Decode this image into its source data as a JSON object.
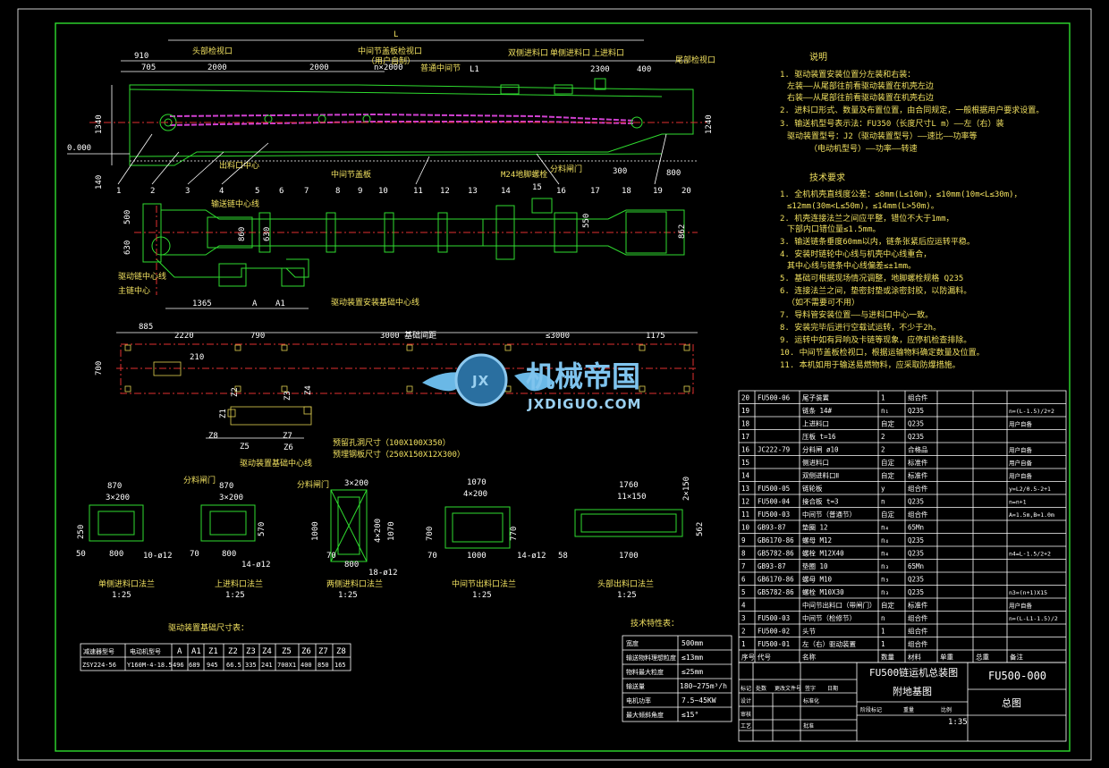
{
  "drawing": {
    "overall_length_label": "L",
    "top_dims": [
      "910",
      "705",
      "2000",
      "2000",
      "n×2000",
      "L1",
      "2300",
      "400"
    ],
    "top_callouts": [
      "头部检视口",
      "中间节盖板检视口",
      "（用户自制）",
      "普通中间节",
      "双侧进料口",
      "单侧进料口",
      "上进料口",
      "尾部检视口"
    ],
    "side_dims": [
      "1340",
      "140",
      "0.000",
      "1240",
      "300",
      "800"
    ],
    "part_numbers": [
      "1",
      "2",
      "3",
      "4",
      "5",
      "6",
      "7",
      "8",
      "9",
      "10",
      "11",
      "12",
      "13",
      "14",
      "15",
      "16",
      "17",
      "18",
      "19",
      "20"
    ],
    "side_callouts": [
      "出料口中心",
      "中间节盖板",
      "分料闸门",
      "M24地脚螺栓"
    ],
    "plan_dims": [
      "500",
      "630",
      "860",
      "630",
      "550",
      "862",
      "1365",
      "A",
      "A1"
    ],
    "plan_callouts": [
      "输送链中心线",
      "驱动链中心线",
      "主链中心",
      "驱动装置安装基础中心线"
    ],
    "found_dims": [
      "885",
      "2220",
      "790",
      "3000 基础间距",
      "≤3000",
      "1175",
      "700",
      "210",
      "Z1",
      "Z2",
      "Z3",
      "Z4",
      "Z5",
      "Z6",
      "Z7",
      "Z8"
    ],
    "found_callouts": [
      "预留孔洞尺寸（100X100X350）",
      "预埋钢板尺寸（250X150X12X300）",
      "驱动装置基础中心线"
    ],
    "flanges": [
      {
        "title": "单侧进料口法兰",
        "scale": "1:25",
        "dims": [
          "870",
          "3×200",
          "250",
          "50",
          "800",
          "10-ø12"
        ]
      },
      {
        "title": "上进料口法兰",
        "scale": "1:25",
        "dims": [
          "870",
          "3×200",
          "570",
          "70",
          "800",
          "14-ø12",
          "分料闸门"
        ]
      },
      {
        "title": "两侧进料口法兰",
        "scale": "1:25",
        "dims": [
          "3×200",
          "1000",
          "1070",
          "4×200",
          "70",
          "800",
          "18-ø12",
          "分料闸门"
        ]
      },
      {
        "title": "中间节出料口法兰",
        "scale": "1:25",
        "dims": [
          "1070",
          "4×200",
          "700",
          "770",
          "70",
          "1000",
          "14-ø12"
        ]
      },
      {
        "title": "头部出料口法兰",
        "scale": "1:25",
        "dims": [
          "1760",
          "11×150",
          "2×150",
          "562",
          "58",
          "1700"
        ]
      }
    ]
  },
  "notes": {
    "title": "说明",
    "items": [
      "1. 驱动装置安装位置分左装和右装：",
      "左装——从尾部往前看驱动装置在机壳左边",
      "右装——从尾部往前看驱动装置在机壳右边",
      "2. 进料口形式、数量及布置位置，由合同规定，一般根据用户要求设置。",
      "3. 输送机型号表示法：FU350（长度尺寸L m）——左（右）装",
      "驱动装置型号：J2（驱动装置型号）——速比——功率等",
      "（电动机型号）——功率——转速"
    ]
  },
  "tech": {
    "title": "技术要求",
    "items": [
      "1. 全机机壳直线度公差：≤8mm(L≤10m)，≤10mm(10m<L≤30m)，",
      "≤12mm(30m<L≤50m)，≤14mm(L>50m)。",
      "2. 机壳连接法兰之间应平整，错位不大于1mm，",
      "下部内口错位量≤1.5mm。",
      "3. 输送链条垂度60mm以内，链条张紧后应运转平稳。",
      "4. 安装时链轮中心线与机壳中心线重合，",
      "其中心线与链条中心线偏差≤±1mm。",
      "5. 基础可根据现场情况调整，地脚螺栓规格 Q235",
      "6. 连接法兰之间，垫密封垫或涂密封胶，以防漏料。",
      "（如不需要可不用）",
      "7. 导料管安装位置——与进料口中心一致。",
      "8. 安装完毕后进行空载试运转，不少于2h。",
      "9. 运转中如有异响及卡链等现象，应停机检查排除。",
      "10. 中间节盖板检视口，根据运输物料确定数量及位置。",
      "11. 本机如用于输送易燃物料，应采取防爆措施。"
    ]
  },
  "parts": {
    "headers": [
      "序号",
      "代号",
      "名称",
      "数量",
      "材料",
      "单重",
      "总重",
      "备注"
    ],
    "rows": [
      {
        "no": "20",
        "code": "FU500-06",
        "name": "尾子装置",
        "qty": "1",
        "mat": "组合件",
        "note": ""
      },
      {
        "no": "19",
        "code": "",
        "name": "链条 14#",
        "qty": "n₁",
        "mat": "Q235",
        "note": "n=(L-1.5)/2+2"
      },
      {
        "no": "18",
        "code": "",
        "name": "上进料口",
        "qty": "自定",
        "mat": "Q235",
        "note": "用户自备"
      },
      {
        "no": "17",
        "code": "",
        "name": "压板 t=16",
        "qty": "2",
        "mat": "Q235",
        "note": ""
      },
      {
        "no": "16",
        "code": "JC222-79",
        "name": "分料闸 ø10",
        "qty": "2",
        "mat": "合格品",
        "note": "用户自备"
      },
      {
        "no": "15",
        "code": "",
        "name": "侧进料口",
        "qty": "自定",
        "mat": "标准件",
        "note": "用户自备"
      },
      {
        "no": "14",
        "code": "",
        "name": "双侧进料口Ⅱ",
        "qty": "自定",
        "mat": "标准件",
        "note": "用户自备"
      },
      {
        "no": "13",
        "code": "FU500-05",
        "name": "链轮板",
        "qty": "y",
        "mat": "组合件",
        "note": "y=L2/0.5-2+1"
      },
      {
        "no": "12",
        "code": "FU500-04",
        "name": "接合板 t=3",
        "qty": "n",
        "mat": "Q235",
        "note": "n=n+1"
      },
      {
        "no": "11",
        "code": "FU500-03",
        "name": "中间节（普通节）",
        "qty": "自定",
        "mat": "组合件",
        "note": "A=1.5m,B=1.0m"
      },
      {
        "no": "10",
        "code": "GB93-87",
        "name": "垫圈 12",
        "qty": "n₄",
        "mat": "65Mn",
        "note": ""
      },
      {
        "no": "9",
        "code": "GB6170-86",
        "name": "螺母 M12",
        "qty": "n₄",
        "mat": "Q235",
        "note": ""
      },
      {
        "no": "8",
        "code": "GB5782-86",
        "name": "螺栓 M12X40",
        "qty": "n₄",
        "mat": "Q235",
        "note": "n4=L-1.5/2+2"
      },
      {
        "no": "7",
        "code": "GB93-87",
        "name": "垫圈 10",
        "qty": "n₃",
        "mat": "65Mn",
        "note": ""
      },
      {
        "no": "6",
        "code": "GB6170-86",
        "name": "螺母 M10",
        "qty": "n₃",
        "mat": "Q235",
        "note": ""
      },
      {
        "no": "5",
        "code": "GB5782-86",
        "name": "螺栓 M10X30",
        "qty": "n₃",
        "mat": "Q235",
        "note": "n3=(n+1)X15"
      },
      {
        "no": "4",
        "code": "",
        "name": "中间节出料口（带闸门）",
        "qty": "自定",
        "mat": "标准件",
        "note": "用户自备"
      },
      {
        "no": "3",
        "code": "FU500-03",
        "name": "中间节（检修节）",
        "qty": "n",
        "mat": "组合件",
        "note": "n=(L-L1-1.5)/2"
      },
      {
        "no": "2",
        "code": "FU500-02",
        "name": "头节",
        "qty": "1",
        "mat": "组合件",
        "note": ""
      },
      {
        "no": "1",
        "code": "FU500-01",
        "name": "左（右）驱动装置",
        "qty": "1",
        "mat": "组合件",
        "note": ""
      }
    ]
  },
  "title_block": {
    "drawing_name": "FU500链运机总装图",
    "sub_name": "附地基图",
    "drawing_no": "FU500-000",
    "doc_type": "总图",
    "scale": "1:35",
    "sign_labels": [
      "标记",
      "处数",
      "更改文件号",
      "签字",
      "日期",
      "设计",
      "标准化",
      "审核",
      "工艺",
      "批准",
      "阶段标记",
      "重量",
      "比例"
    ]
  },
  "drive_table": {
    "title": "驱动装置基础尺寸表：",
    "headers": [
      "减速器型号",
      "电动机型号",
      "A",
      "A1",
      "Z1",
      "Z2",
      "Z3",
      "Z4",
      "Z5",
      "Z6",
      "Z7",
      "Z8"
    ],
    "row": [
      "ZSY224-56",
      "Y160M-4-18.5",
      "496",
      "689",
      "945",
      "66.5",
      "335",
      "241",
      "700X1",
      "400",
      "850",
      "165"
    ]
  },
  "tech_spec": {
    "title": "技术特性表：",
    "rows": [
      [
        "宽度",
        "500mm"
      ],
      [
        "输送物料理想粒度",
        "≤13mm"
      ],
      [
        "物料最大粒度",
        "≤25mm"
      ],
      [
        "输送量",
        "180~275m³/h"
      ],
      [
        "电机功率",
        "7.5~45KW"
      ],
      [
        "最大倾斜角度",
        "≤15°"
      ]
    ]
  },
  "watermark": {
    "main": "机械帝国",
    "sub": "JXDIGUO.COM",
    "badge": "JX"
  }
}
